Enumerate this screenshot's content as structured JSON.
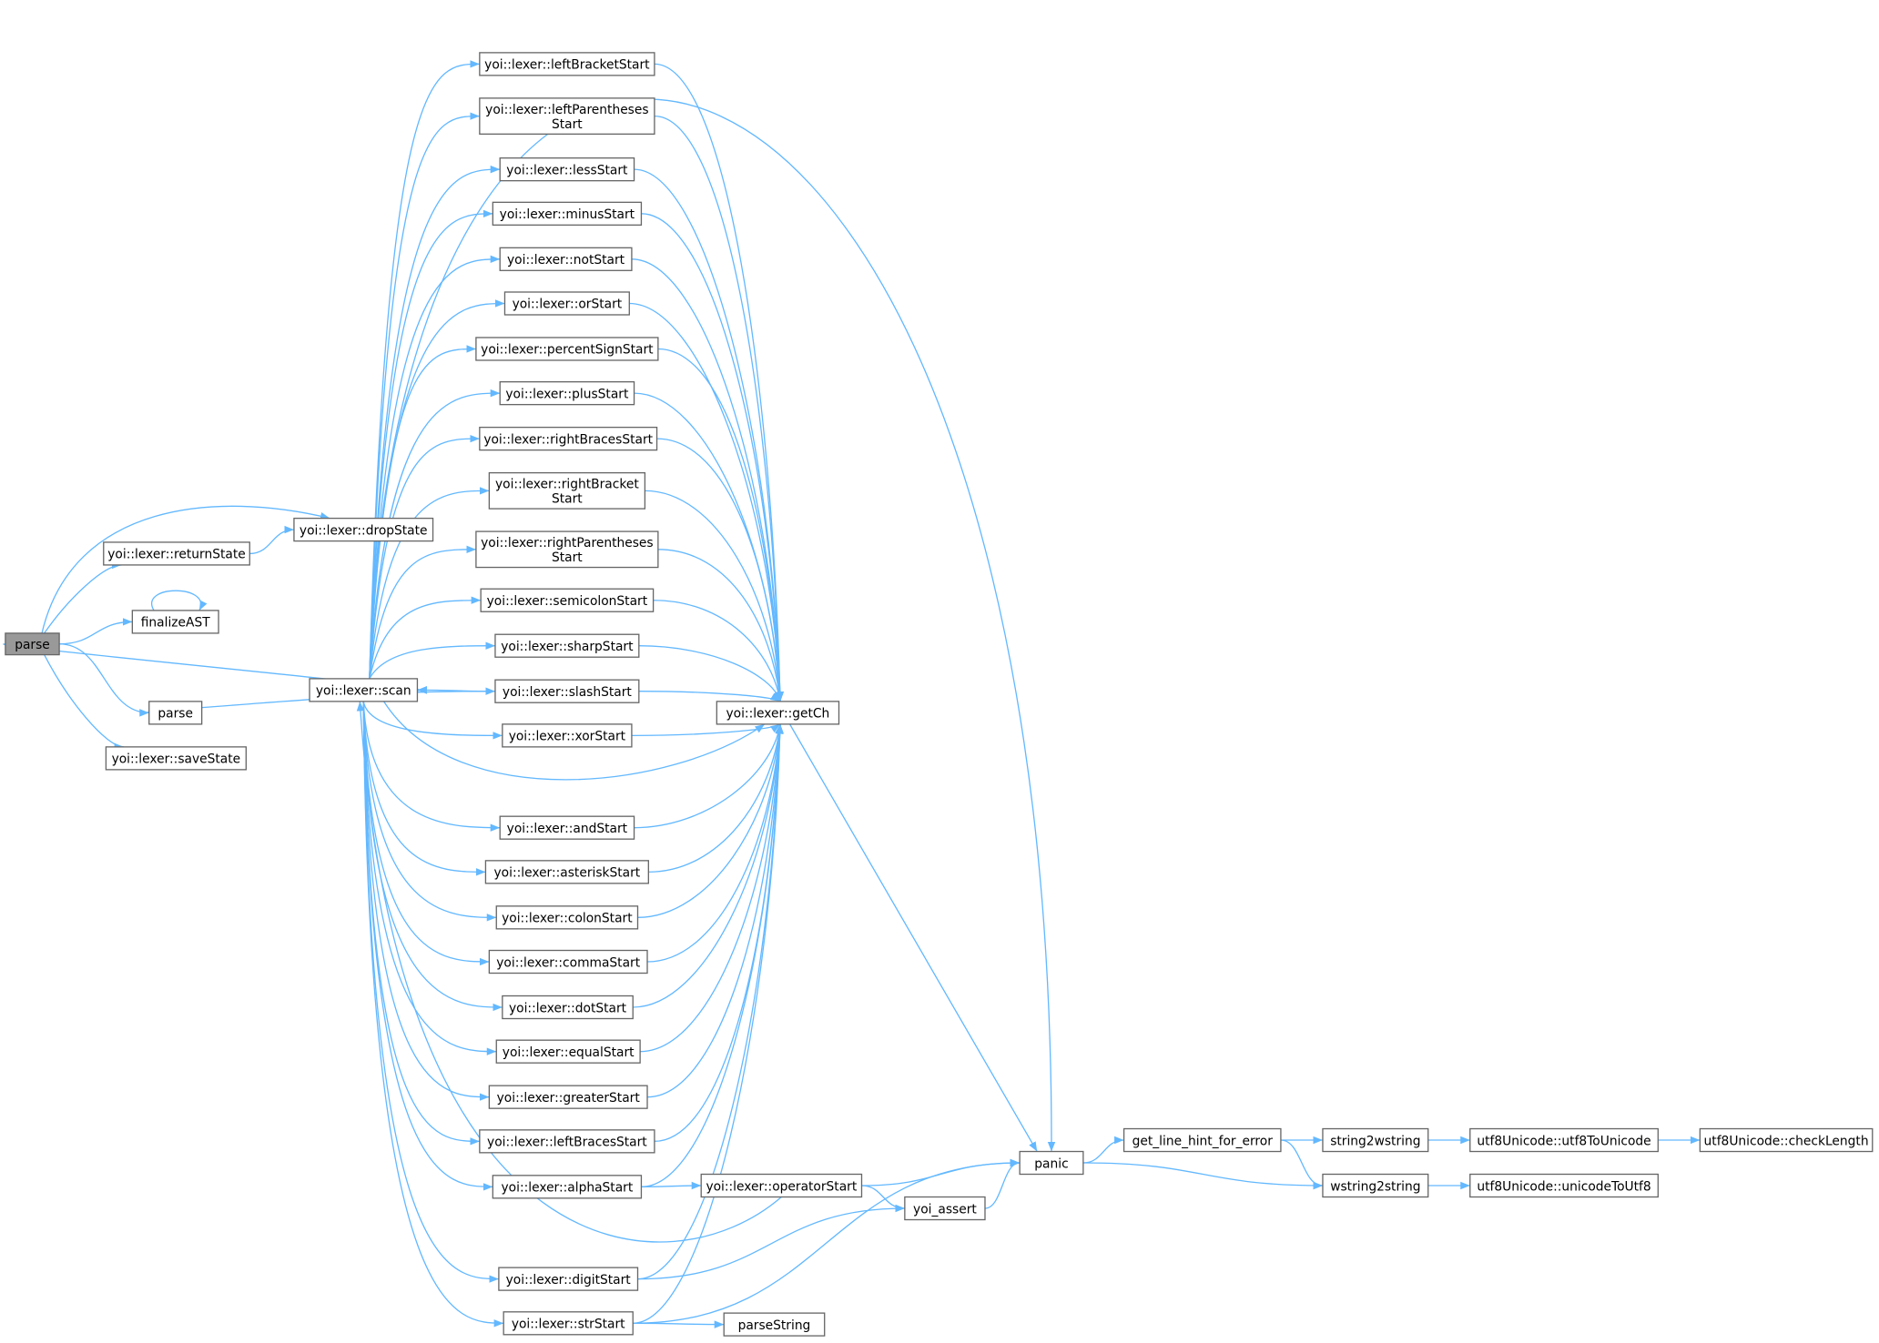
{
  "colors": {
    "edge": "#63b8ff",
    "node_border": "#666666",
    "root_fill": "#999999",
    "node_fill": "#ffffff"
  },
  "nodes": [
    {
      "id": "root_parse",
      "label": [
        "parse"
      ],
      "root": true
    },
    {
      "id": "dropState",
      "label": [
        "yoi::lexer::dropState"
      ]
    },
    {
      "id": "returnState",
      "label": [
        "yoi::lexer::returnState"
      ]
    },
    {
      "id": "finalizeAST",
      "label": [
        "finalizeAST"
      ]
    },
    {
      "id": "parse2",
      "label": [
        "parse"
      ]
    },
    {
      "id": "saveState",
      "label": [
        "yoi::lexer::saveState"
      ]
    },
    {
      "id": "scan",
      "label": [
        "yoi::lexer::scan"
      ]
    },
    {
      "id": "leftBracketStart",
      "label": [
        "yoi::lexer::leftBracketStart"
      ]
    },
    {
      "id": "leftParenthesesStart",
      "label": [
        "yoi::lexer::leftParentheses",
        "Start"
      ]
    },
    {
      "id": "lessStart",
      "label": [
        "yoi::lexer::lessStart"
      ]
    },
    {
      "id": "minusStart",
      "label": [
        "yoi::lexer::minusStart"
      ]
    },
    {
      "id": "notStart",
      "label": [
        "yoi::lexer::notStart"
      ]
    },
    {
      "id": "orStart",
      "label": [
        "yoi::lexer::orStart"
      ]
    },
    {
      "id": "percentSignStart",
      "label": [
        "yoi::lexer::percentSignStart"
      ]
    },
    {
      "id": "plusStart",
      "label": [
        "yoi::lexer::plusStart"
      ]
    },
    {
      "id": "rightBracesStart",
      "label": [
        "yoi::lexer::rightBracesStart"
      ]
    },
    {
      "id": "rightBracketStart",
      "label": [
        "yoi::lexer::rightBracket",
        "Start"
      ]
    },
    {
      "id": "rightParenthesesStart",
      "label": [
        "yoi::lexer::rightParentheses",
        "Start"
      ]
    },
    {
      "id": "semicolonStart",
      "label": [
        "yoi::lexer::semicolonStart"
      ]
    },
    {
      "id": "sharpStart",
      "label": [
        "yoi::lexer::sharpStart"
      ]
    },
    {
      "id": "slashStart",
      "label": [
        "yoi::lexer::slashStart"
      ]
    },
    {
      "id": "xorStart",
      "label": [
        "yoi::lexer::xorStart"
      ]
    },
    {
      "id": "andStart",
      "label": [
        "yoi::lexer::andStart"
      ]
    },
    {
      "id": "asteriskStart",
      "label": [
        "yoi::lexer::asteriskStart"
      ]
    },
    {
      "id": "colonStart",
      "label": [
        "yoi::lexer::colonStart"
      ]
    },
    {
      "id": "commaStart",
      "label": [
        "yoi::lexer::commaStart"
      ]
    },
    {
      "id": "dotStart",
      "label": [
        "yoi::lexer::dotStart"
      ]
    },
    {
      "id": "equalStart",
      "label": [
        "yoi::lexer::equalStart"
      ]
    },
    {
      "id": "greaterStart",
      "label": [
        "yoi::lexer::greaterStart"
      ]
    },
    {
      "id": "leftBracesStart",
      "label": [
        "yoi::lexer::leftBracesStart"
      ]
    },
    {
      "id": "alphaStart",
      "label": [
        "yoi::lexer::alphaStart"
      ]
    },
    {
      "id": "digitStart",
      "label": [
        "yoi::lexer::digitStart"
      ]
    },
    {
      "id": "strStart",
      "label": [
        "yoi::lexer::strStart"
      ]
    },
    {
      "id": "getCh",
      "label": [
        "yoi::lexer::getCh"
      ]
    },
    {
      "id": "operatorStart",
      "label": [
        "yoi::lexer::operatorStart"
      ]
    },
    {
      "id": "yoi_assert",
      "label": [
        "yoi_assert"
      ]
    },
    {
      "id": "panic",
      "label": [
        "panic"
      ]
    },
    {
      "id": "parseString",
      "label": [
        "parseString"
      ]
    },
    {
      "id": "get_line_hint_for_error",
      "label": [
        "get_line_hint_for_error"
      ]
    },
    {
      "id": "string2wstring",
      "label": [
        "string2wstring"
      ]
    },
    {
      "id": "wstring2string",
      "label": [
        "wstring2string"
      ]
    },
    {
      "id": "utf8ToUnicode",
      "label": [
        "utf8Unicode::utf8ToUnicode"
      ]
    },
    {
      "id": "unicodeToUtf8",
      "label": [
        "utf8Unicode::unicodeToUtf8"
      ]
    },
    {
      "id": "checkLength",
      "label": [
        "utf8Unicode::checkLength"
      ]
    }
  ],
  "edges": [
    [
      "root_parse",
      "dropState"
    ],
    [
      "root_parse",
      "returnState"
    ],
    [
      "root_parse",
      "finalizeAST"
    ],
    [
      "root_parse",
      "scan"
    ],
    [
      "root_parse",
      "parse2"
    ],
    [
      "root_parse",
      "saveState"
    ],
    [
      "returnState",
      "dropState"
    ],
    [
      "finalizeAST",
      "finalizeAST"
    ],
    [
      "parse2",
      "scan"
    ],
    [
      "scan",
      "leftBracketStart"
    ],
    [
      "scan",
      "leftParenthesesStart"
    ],
    [
      "scan",
      "lessStart"
    ],
    [
      "scan",
      "minusStart"
    ],
    [
      "scan",
      "notStart"
    ],
    [
      "scan",
      "orStart"
    ],
    [
      "scan",
      "percentSignStart"
    ],
    [
      "scan",
      "plusStart"
    ],
    [
      "scan",
      "rightBracesStart"
    ],
    [
      "scan",
      "rightBracketStart"
    ],
    [
      "scan",
      "rightParenthesesStart"
    ],
    [
      "scan",
      "semicolonStart"
    ],
    [
      "scan",
      "sharpStart"
    ],
    [
      "scan",
      "slashStart"
    ],
    [
      "scan",
      "xorStart"
    ],
    [
      "scan",
      "andStart"
    ],
    [
      "scan",
      "asteriskStart"
    ],
    [
      "scan",
      "colonStart"
    ],
    [
      "scan",
      "commaStart"
    ],
    [
      "scan",
      "dotStart"
    ],
    [
      "scan",
      "equalStart"
    ],
    [
      "scan",
      "greaterStart"
    ],
    [
      "scan",
      "leftBracesStart"
    ],
    [
      "scan",
      "alphaStart"
    ],
    [
      "scan",
      "digitStart"
    ],
    [
      "scan",
      "strStart"
    ],
    [
      "scan",
      "getCh"
    ],
    [
      "scan",
      "panic"
    ],
    [
      "slashStart",
      "scan"
    ],
    [
      "operatorStart",
      "scan"
    ],
    [
      "leftBracketStart",
      "getCh"
    ],
    [
      "leftParenthesesStart",
      "getCh"
    ],
    [
      "lessStart",
      "getCh"
    ],
    [
      "minusStart",
      "getCh"
    ],
    [
      "notStart",
      "getCh"
    ],
    [
      "orStart",
      "getCh"
    ],
    [
      "percentSignStart",
      "getCh"
    ],
    [
      "plusStart",
      "getCh"
    ],
    [
      "rightBracesStart",
      "getCh"
    ],
    [
      "rightBracketStart",
      "getCh"
    ],
    [
      "rightParenthesesStart",
      "getCh"
    ],
    [
      "semicolonStart",
      "getCh"
    ],
    [
      "sharpStart",
      "getCh"
    ],
    [
      "slashStart",
      "getCh"
    ],
    [
      "xorStart",
      "getCh"
    ],
    [
      "andStart",
      "getCh"
    ],
    [
      "asteriskStart",
      "getCh"
    ],
    [
      "colonStart",
      "getCh"
    ],
    [
      "commaStart",
      "getCh"
    ],
    [
      "dotStart",
      "getCh"
    ],
    [
      "equalStart",
      "getCh"
    ],
    [
      "greaterStart",
      "getCh"
    ],
    [
      "leftBracesStart",
      "getCh"
    ],
    [
      "alphaStart",
      "getCh"
    ],
    [
      "digitStart",
      "getCh"
    ],
    [
      "strStart",
      "getCh"
    ],
    [
      "alphaStart",
      "operatorStart"
    ],
    [
      "operatorStart",
      "panic"
    ],
    [
      "operatorStart",
      "yoi_assert"
    ],
    [
      "digitStart",
      "yoi_assert"
    ],
    [
      "strStart",
      "panic"
    ],
    [
      "strStart",
      "parseString"
    ],
    [
      "getCh",
      "panic"
    ],
    [
      "yoi_assert",
      "panic"
    ],
    [
      "panic",
      "get_line_hint_for_error"
    ],
    [
      "panic",
      "wstring2string"
    ],
    [
      "get_line_hint_for_error",
      "string2wstring"
    ],
    [
      "get_line_hint_for_error",
      "wstring2string"
    ],
    [
      "string2wstring",
      "utf8ToUnicode"
    ],
    [
      "utf8ToUnicode",
      "checkLength"
    ],
    [
      "wstring2string",
      "unicodeToUtf8"
    ]
  ]
}
